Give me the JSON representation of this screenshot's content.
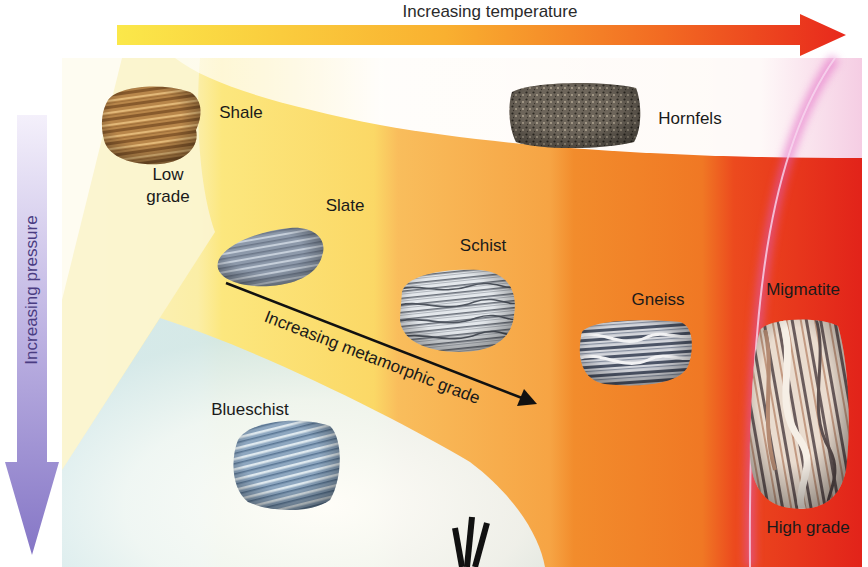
{
  "diagram": {
    "labels": [
      "Increasing temperature",
      "Increasing pressure",
      "Shale",
      "Low grade",
      "Hornfels",
      "Slate",
      "Schist",
      "Gneiss",
      "Migmatite",
      "Increasing metamorphic grade",
      "Blueschist",
      "High grade"
    ]
  }
}
